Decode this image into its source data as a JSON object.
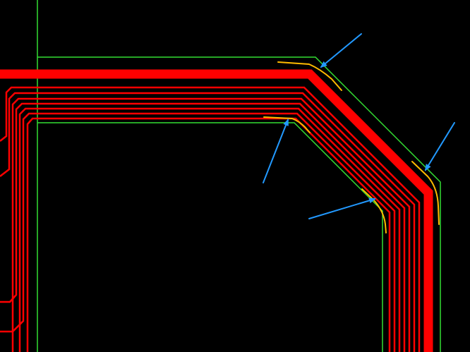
{
  "colors": {
    "background": "#000000",
    "trace": "#ff0000",
    "outline": "#33dd33",
    "highlight": "#ffbb00",
    "annotation": "#2299ff"
  },
  "elements": {
    "outline_count": 3,
    "trace_count": 8,
    "highlight_count": 4,
    "arrow_count": 4
  }
}
